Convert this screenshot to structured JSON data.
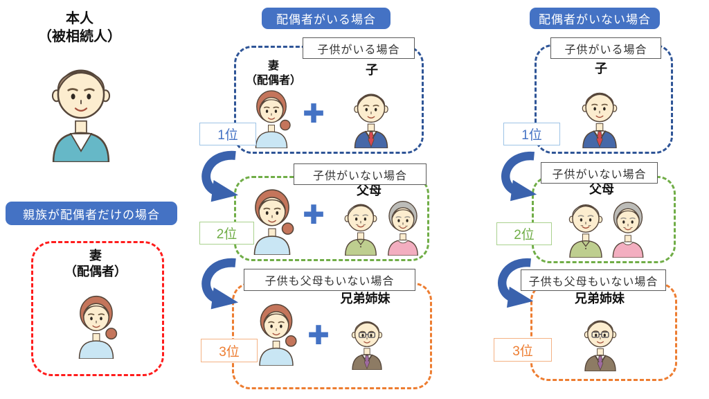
{
  "colors": {
    "header_blue": "#4472C4",
    "rank1_box_blue": "#2F5597",
    "rank2_box_green": "#70AD47",
    "rank3_box_orange": "#ED7D31",
    "spouse_only_red": "#FF1C1C",
    "arrow_blue": "#3A62AD",
    "plus_blue": "#4472C4"
  },
  "icons": {
    "plus_glyph": "✚"
  },
  "left": {
    "decedent_line1": "本人",
    "decedent_line2": "（被相続人）",
    "spouse_only_header": "親族が配偶者だけの場合",
    "wife_line1": "妻",
    "wife_line2": "（配偶者）"
  },
  "with_spouse_column": {
    "header": "配偶者がいる場合",
    "ranks": [
      {
        "condition": "子供がいる場合",
        "rank_label": "1位",
        "spouse_line1": "妻",
        "spouse_line2": "（配偶者）",
        "heir_label": "子",
        "color": "#2F5597"
      },
      {
        "condition": "子供がいない場合",
        "rank_label": "2位",
        "heir_label": "父母",
        "color": "#70AD47"
      },
      {
        "condition": "子供も父母もいない場合",
        "rank_label": "3位",
        "heir_label": "兄弟姉妹",
        "color": "#ED7D31"
      }
    ]
  },
  "without_spouse_column": {
    "header": "配偶者がいない場合",
    "ranks": [
      {
        "condition": "子供がいる場合",
        "rank_label": "1位",
        "heir_label": "子",
        "color": "#2F5597"
      },
      {
        "condition": "子供がいない場合",
        "rank_label": "2位",
        "heir_label": "父母",
        "color": "#70AD47"
      },
      {
        "condition": "子供も父母もいない場合",
        "rank_label": "3位",
        "heir_label": "兄弟姉妹",
        "color": "#ED7D31"
      }
    ]
  },
  "illustrations": {
    "skin": "#FCEDCF",
    "outline": "#55463A",
    "people": {
      "decedent": {
        "style": "male",
        "hair": "#A68B72",
        "shirt": "#66B8C7",
        "collar": "vneck"
      },
      "wife": {
        "style": "female",
        "hair": "#C4755B",
        "shirt": "#C9E6F4",
        "bun": true
      },
      "child": {
        "style": "male",
        "hair": "#6E5242",
        "shirt": "#4668A8",
        "collar": "suit",
        "tie": "#D6494F"
      },
      "father": {
        "style": "male",
        "hair": "#A3A39E",
        "shirt": "#BECE8F",
        "collar": "polo",
        "old": true
      },
      "mother": {
        "style": "female",
        "hair": "#BCBCB8",
        "shirt": "#F3AEC0",
        "collar": "round",
        "old": true
      },
      "sibling": {
        "style": "male",
        "hair": "#85745F",
        "shirt": "#8D7B64",
        "collar": "suit",
        "tie": "#9E6AA0",
        "glasses": true
      }
    }
  }
}
